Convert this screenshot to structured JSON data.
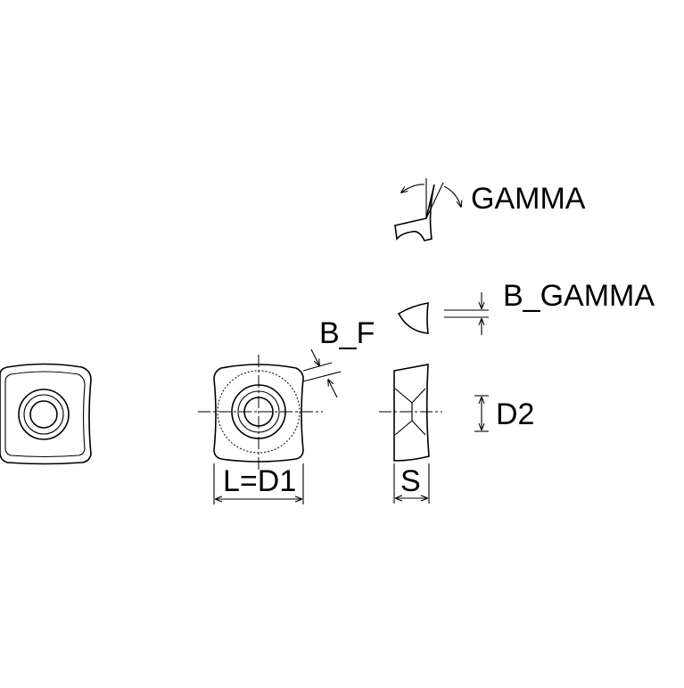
{
  "labels": {
    "gamma": "GAMMA",
    "b_gamma": "B_GAMMA",
    "b_f": "B_F",
    "l_d1": "L=D1",
    "s": "S",
    "d2": "D2"
  }
}
